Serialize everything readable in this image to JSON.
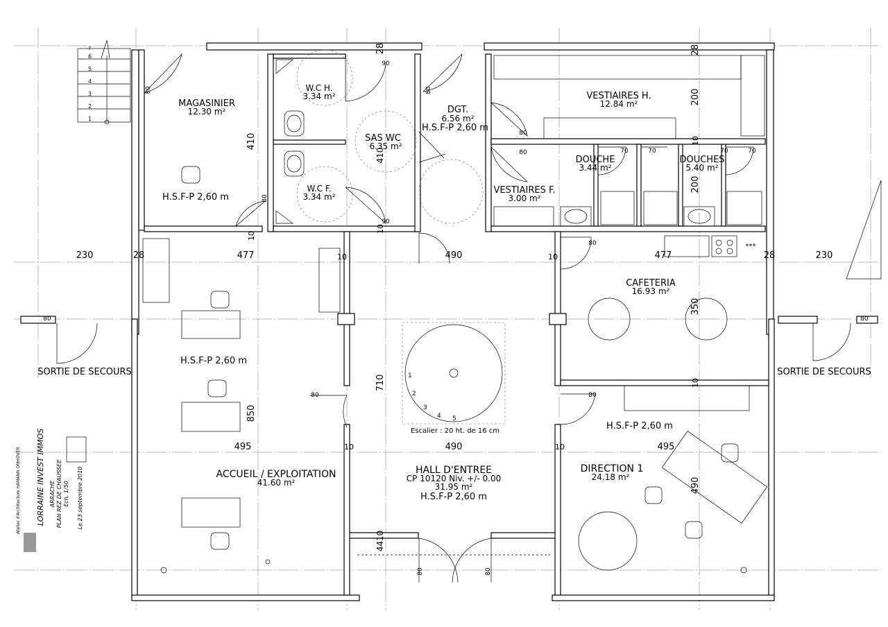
{
  "rooms": {
    "magasinier": {
      "name": "MAGASINIER",
      "area": "12.30 m²",
      "hsfp": "H.S.F-P 2,60 m"
    },
    "wc_h": {
      "name": "W.C H.",
      "area": "3.34 m²"
    },
    "wc_f": {
      "name": "W.C F.",
      "area": "3.34 m²"
    },
    "sas_wc": {
      "name": "SAS WC",
      "area": "6.35 m²"
    },
    "dgt": {
      "name": "DGT.",
      "area": "6.56 m²",
      "hsfp": "H.S.F-P 2,60 m"
    },
    "vestiaires_h": {
      "name": "VESTIAIRES H.",
      "area": "12.84 m²"
    },
    "vestiaires_f": {
      "name": "VESTIAIRES F.",
      "area": "3.00 m²"
    },
    "douche": {
      "name": "DOUCHE",
      "area": "3.44 m²"
    },
    "douches": {
      "name": "DOUCHES",
      "area": "5.40 m²"
    },
    "cafeteria": {
      "name": "CAFETERIA",
      "area": "16.93 m²"
    },
    "accueil": {
      "name": "ACCUEIL / EXPLOITATION",
      "area": "41.60 m²",
      "hsfp": "H.S.F-P 2,60 m"
    },
    "hall": {
      "name": "HALL D'ENTREE",
      "cp": "CP 10120 Niv. +/- 0.00",
      "area": "31.95 m²",
      "hsfp": "H.S.F-P 2,60 m"
    },
    "direction": {
      "name": "DIRECTION 1",
      "area": "24.18 m²",
      "hsfp": "H.S.F-P 2,60 m"
    }
  },
  "exits": {
    "left": "SORTIE DE SECOURS",
    "right": "SORTIE DE SECOURS"
  },
  "stair_note": "Escalier : 20 ht. de 16 cm",
  "dimensions": {
    "row1": [
      "230",
      "28",
      "477",
      "10",
      "490",
      "10",
      "477",
      "28",
      "230"
    ],
    "row2": [
      "495",
      "10",
      "490",
      "10",
      "495"
    ],
    "vertical": [
      "28",
      "410",
      "10",
      "410",
      "10",
      "710",
      "850",
      "4410",
      "28",
      "200",
      "10",
      "200",
      "350",
      "10",
      "490"
    ],
    "doors": [
      "80",
      "90",
      "70"
    ]
  },
  "stair_steps": [
    "1",
    "2",
    "3",
    "4",
    "5",
    "6",
    "7"
  ],
  "spiral_steps": [
    "1",
    "2",
    "3",
    "4",
    "5"
  ],
  "titleblock": {
    "company": "Atelier d'Architecture HAMANN OMHOVER",
    "client": "LORRAINE INVEST IMMOS",
    "project": "ARRACHE",
    "drawing": "PLAN REZ DE CHAUSSEE",
    "scale": "Ech. 1/50",
    "date": "Le 23 septembre 2010"
  },
  "kitchen_mark": "***"
}
